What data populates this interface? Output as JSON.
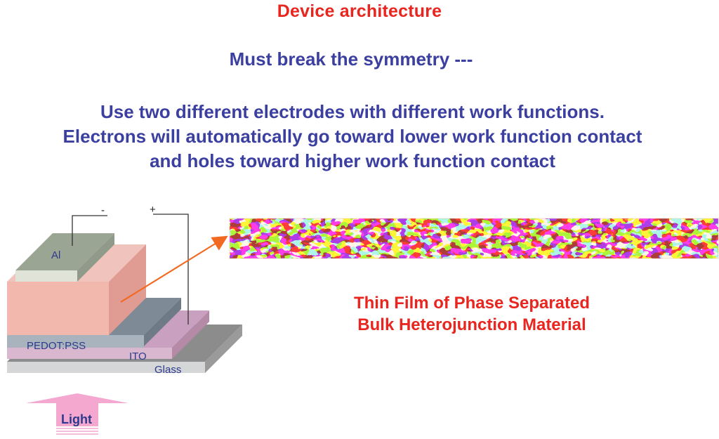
{
  "title": "Device architecture",
  "subtitle": "Must break the symmetry ---",
  "body_lines": [
    "Use two different electrodes with different work functions.",
    "Electrons will automatically go toward lower work function contact",
    "and holes toward higher work function contact"
  ],
  "caption_lines": [
    "Thin Film of Phase Separated",
    "Bulk Heterojunction Material"
  ],
  "layers": {
    "al": "Al",
    "pedot": "PEDOT:PSS",
    "ito": "ITO",
    "glass": "Glass"
  },
  "terminals": {
    "negative": "-",
    "positive": "+"
  },
  "light_label": "Light",
  "colors": {
    "title": "#e8251f",
    "text": "#3b3fa0",
    "arrow": "#f26a21",
    "film_dark": "#6b0d0a",
    "film_light": "#fde9cf",
    "active_layer": "#f2b8ae",
    "light_arrow": "#f4a8d0"
  }
}
